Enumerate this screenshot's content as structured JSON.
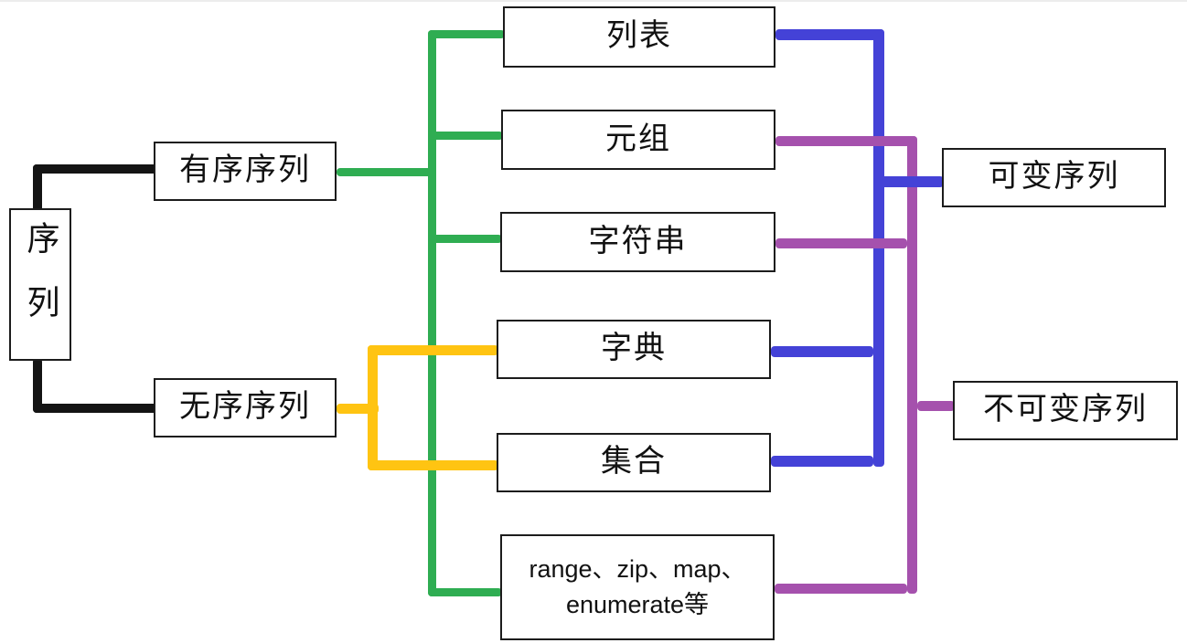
{
  "diagram": {
    "root": {
      "label": "序列"
    },
    "branches": [
      {
        "label": "有序序列"
      },
      {
        "label": "无序序列"
      }
    ],
    "types": [
      {
        "label": "列表"
      },
      {
        "label": "元组"
      },
      {
        "label": "字符串"
      },
      {
        "label": "字典"
      },
      {
        "label": "集合"
      },
      {
        "label": "range、zip、map、enumerate等"
      }
    ],
    "mutability": [
      {
        "label": "可变序列"
      },
      {
        "label": "不可变序列"
      }
    ],
    "colors": {
      "root_edge": "#141414",
      "ordered_edge": "#2fad52",
      "unordered_edge": "#ffc412",
      "mutable_edge": "#4442d7",
      "immutable_edge": "#a551ad"
    },
    "edges": [
      {
        "from": "序列",
        "to": "有序序列",
        "color": "black"
      },
      {
        "from": "序列",
        "to": "无序序列",
        "color": "black"
      },
      {
        "from": "有序序列",
        "to": "列表",
        "color": "green"
      },
      {
        "from": "有序序列",
        "to": "元组",
        "color": "green"
      },
      {
        "from": "有序序列",
        "to": "字符串",
        "color": "green"
      },
      {
        "from": "有序序列",
        "to": "range、zip、map、enumerate等",
        "color": "green"
      },
      {
        "from": "无序序列",
        "to": "字典",
        "color": "yellow"
      },
      {
        "from": "无序序列",
        "to": "集合",
        "color": "yellow"
      },
      {
        "from": "列表",
        "to": "可变序列",
        "color": "blue"
      },
      {
        "from": "字典",
        "to": "可变序列",
        "color": "blue"
      },
      {
        "from": "集合",
        "to": "可变序列",
        "color": "blue"
      },
      {
        "from": "元组",
        "to": "不可变序列",
        "color": "purple"
      },
      {
        "from": "字符串",
        "to": "不可变序列",
        "color": "purple"
      },
      {
        "from": "range、zip、map、enumerate等",
        "to": "不可变序列",
        "color": "purple"
      }
    ]
  }
}
